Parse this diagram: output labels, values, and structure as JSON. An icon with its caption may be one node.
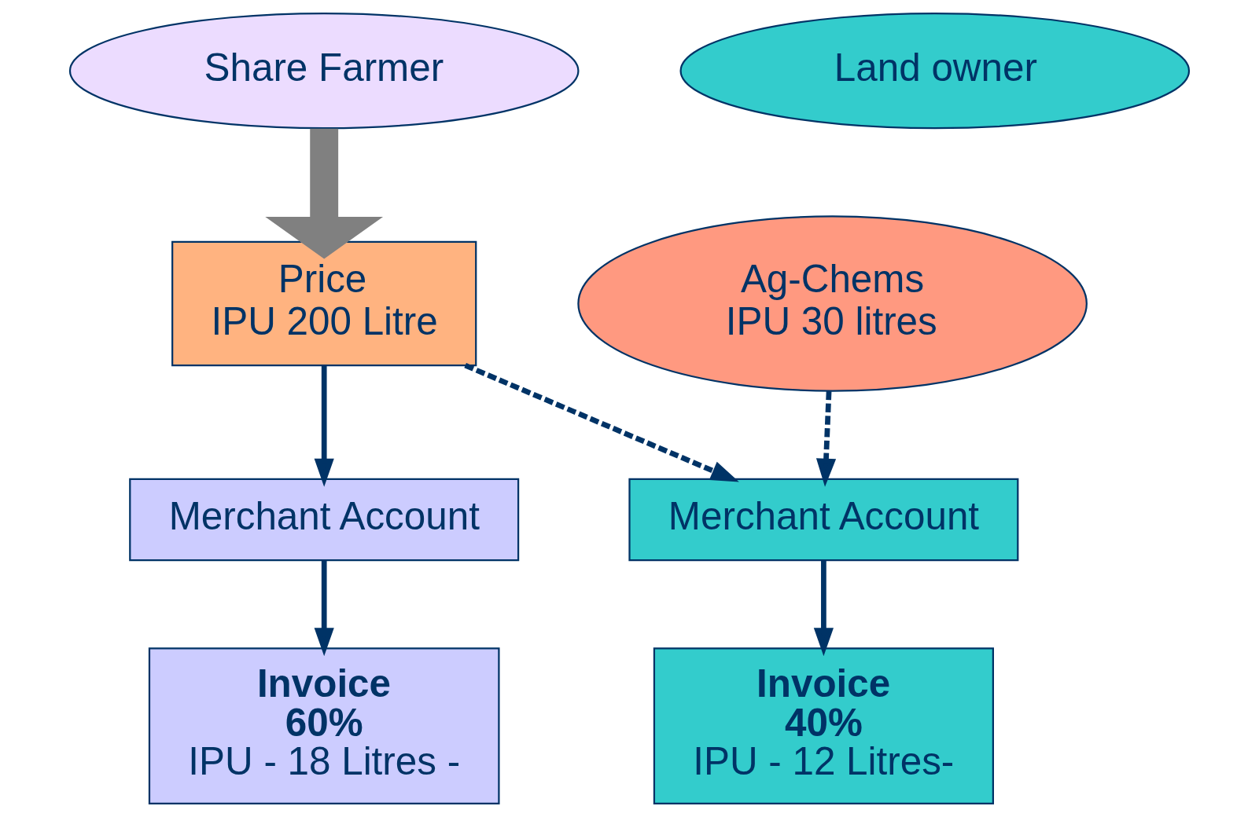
{
  "diagram": {
    "nodes": [
      {
        "text": [
          "Share Farmer"
        ]
      },
      {
        "text": [
          "Land owner"
        ]
      },
      {
        "text": [
          "Ag-Chems",
          "IPU 30 litres"
        ]
      },
      {
        "text": [
          "Price",
          "IPU 200 Litre"
        ]
      },
      {
        "text": [
          "Merchant Account"
        ]
      },
      {
        "text": [
          "Invoice",
          "60%",
          "IPU - 18 Litres -"
        ]
      },
      {
        "text": [
          "Merchant Account"
        ]
      },
      {
        "text": [
          "Invoice",
          "40%",
          "IPU - 12 Litres-"
        ]
      }
    ],
    "edges": [
      {
        "from": 0,
        "to": 3,
        "arrow": "to",
        "style": "thick",
        "color": "#808080"
      },
      {
        "from": 3,
        "to": 4,
        "arrow": "to"
      },
      {
        "from": 4,
        "to": 5,
        "arrow": "to"
      },
      {
        "from": 3,
        "to": 6,
        "arrow": "to",
        "style": "dashed"
      },
      {
        "from": 2,
        "to": 6,
        "arrow": "to",
        "style": "dashed"
      },
      {
        "from": 6,
        "to": 7,
        "arrow": "to"
      }
    ]
  }
}
